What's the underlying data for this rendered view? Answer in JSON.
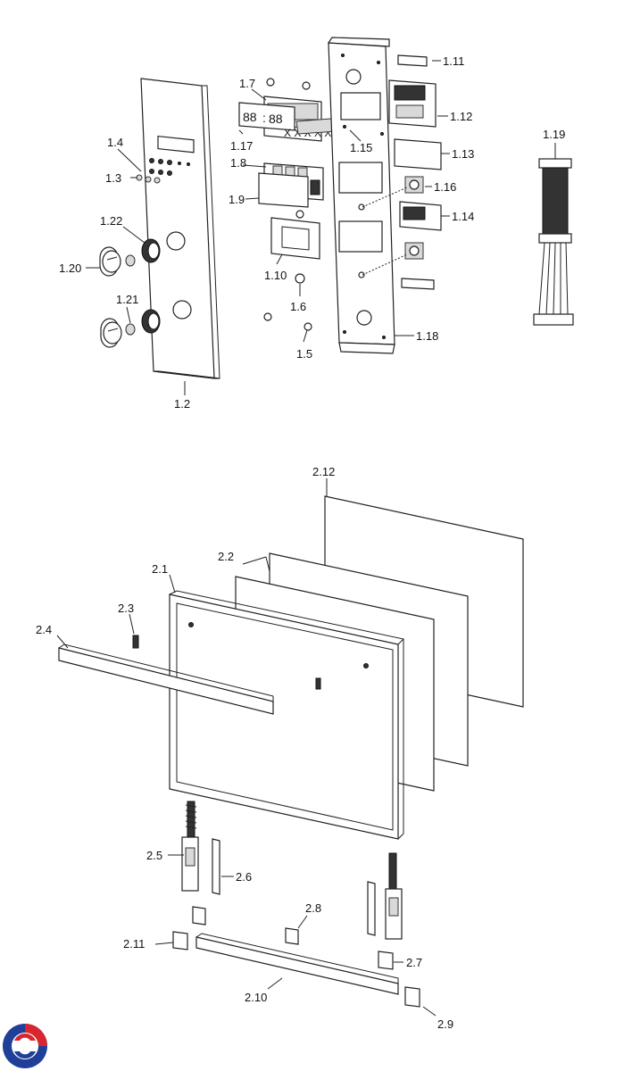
{
  "labels": {
    "l1_2": "1.2",
    "l1_3": "1.3",
    "l1_4": "1.4",
    "l1_5": "1.5",
    "l1_6": "1.6",
    "l1_7": "1.7",
    "l1_8": "1.8",
    "l1_9": "1.9",
    "l1_10": "1.10",
    "l1_11": "1.11",
    "l1_12": "1.12",
    "l1_13": "1.13",
    "l1_14": "1.14",
    "l1_15": "1.15",
    "l1_16": "1.16",
    "l1_17": "1.17",
    "l1_18": "1.18",
    "l1_19": "1.19",
    "l1_20": "1.20",
    "l1_21": "1.21",
    "l1_22": "1.22",
    "l2_1": "2.1",
    "l2_2": "2.2",
    "l2_3": "2.3",
    "l2_4": "2.4",
    "l2_5": "2.5",
    "l2_6": "2.6",
    "l2_7": "2.7",
    "l2_8": "2.8",
    "l2_9": "2.9",
    "l2_10": "2.10",
    "l2_11": "2.11",
    "l2_12": "2.12"
  },
  "display": {
    "left_digits": "88",
    "colon": ":",
    "right_digits": "88"
  },
  "colors": {
    "line": "#222222",
    "logo_red": "#d7262e",
    "logo_blue": "#1f3f99"
  },
  "logo_name": "brand-logo-icon"
}
